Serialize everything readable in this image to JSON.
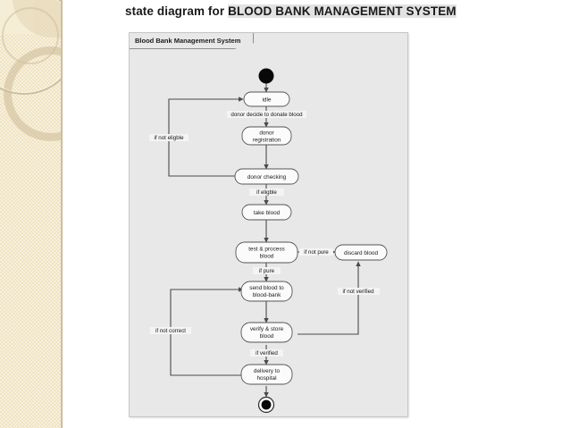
{
  "slide": {
    "title_prefix": "state diagram for ",
    "title_main": "BLOOD BANK MANAGEMENT SYSTEM",
    "frame_label": "Blood Bank Management System",
    "panel_color": "#e8e8e8",
    "sidebar_color": "#f0e3c2",
    "node_fill": "#fbfbfb",
    "line_color": "#4a4a4a"
  },
  "diagram": {
    "type": "state-diagram",
    "initial_state": "initial-node",
    "final_state": "final-node",
    "nodes": [
      {
        "id": "idle",
        "label_line1": "idle",
        "label_line2": ""
      },
      {
        "id": "donor_reg",
        "label_line1": "donor",
        "label_line2": "registration"
      },
      {
        "id": "donor_check",
        "label_line1": "donor checking",
        "label_line2": ""
      },
      {
        "id": "take_blood",
        "label_line1": "take blood",
        "label_line2": ""
      },
      {
        "id": "test_proc",
        "label_line1": "test & process",
        "label_line2": "blood"
      },
      {
        "id": "discard",
        "label_line1": "discard blood",
        "label_line2": ""
      },
      {
        "id": "send_bank",
        "label_line1": "send blood to",
        "label_line2": "blood-bank"
      },
      {
        "id": "verify",
        "label_line1": "verify & store",
        "label_line2": "blood"
      },
      {
        "id": "delivery",
        "label_line1": "delivery to",
        "label_line2": "hospital"
      }
    ],
    "transitions": [
      {
        "id": "t-start-idle",
        "from": "initial",
        "to": "idle",
        "label": ""
      },
      {
        "id": "t-idle-reg",
        "from": "idle",
        "to": "donor_reg",
        "label": "donor decide to donate blood"
      },
      {
        "id": "t-reg-check",
        "from": "donor_reg",
        "to": "donor_check",
        "label": ""
      },
      {
        "id": "t-check-idle",
        "from": "donor_check",
        "to": "idle",
        "label": "if not eligble"
      },
      {
        "id": "t-check-take",
        "from": "donor_check",
        "to": "take_blood",
        "label": "if eligble"
      },
      {
        "id": "t-take-test",
        "from": "take_blood",
        "to": "test_proc",
        "label": ""
      },
      {
        "id": "t-test-discard",
        "from": "test_proc",
        "to": "discard",
        "label": "if not pure"
      },
      {
        "id": "t-test-send",
        "from": "test_proc",
        "to": "send_bank",
        "label": "if pure"
      },
      {
        "id": "t-send-verify",
        "from": "send_bank",
        "to": "verify",
        "label": ""
      },
      {
        "id": "t-verify-discard",
        "from": "verify",
        "to": "discard",
        "label": "if not verified"
      },
      {
        "id": "t-verify-delivery",
        "from": "verify",
        "to": "delivery",
        "label": "if verified"
      },
      {
        "id": "t-delivery-send",
        "from": "delivery",
        "to": "send_bank",
        "label": "if not correct"
      },
      {
        "id": "t-delivery-final",
        "from": "delivery",
        "to": "final",
        "label": ""
      }
    ]
  }
}
